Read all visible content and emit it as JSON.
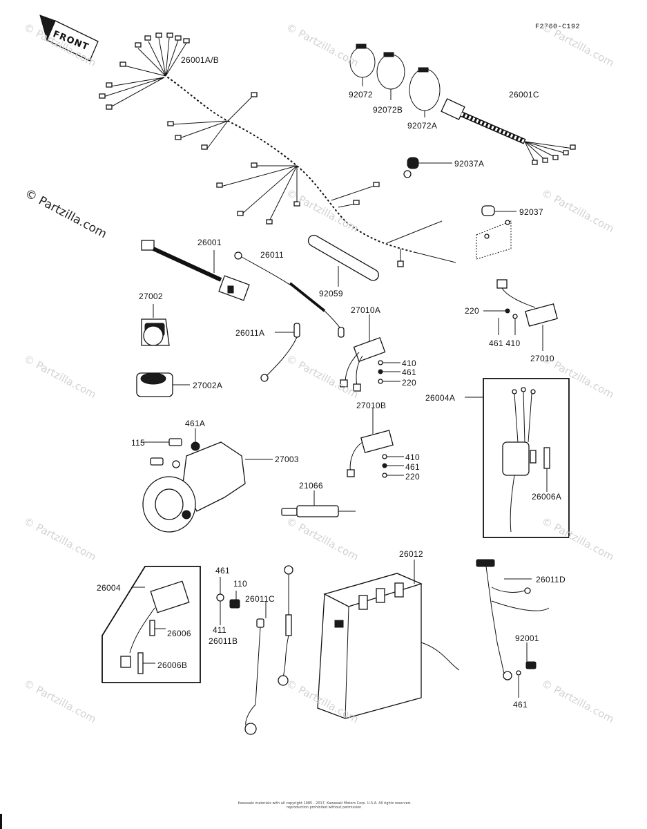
{
  "diagram_code": "F2760-C192",
  "front_label": "FRONT",
  "watermark": {
    "main": "© Partzilla.com",
    "repeat": "© Partzilla.com"
  },
  "footer": {
    "line1": "Kawasaki materials with all copyright 1985 - 2017, Kawasaki Motors Corp. U.S.A. All rights reserved.",
    "line2": "reproduction prohibited without permission."
  },
  "labels": {
    "l26001AB": "26001A/B",
    "l92072": "92072",
    "l92072B": "92072B",
    "l92072A": "92072A",
    "l26001C": "26001C",
    "l92037A": "92037A",
    "l92037": "92037",
    "l26001": "26001",
    "l26011": "26011",
    "l92059": "92059",
    "l27002": "27002",
    "l26011A": "26011A",
    "l27010A": "27010A",
    "l410a": "410",
    "l461a": "461",
    "l220a": "220",
    "l220b": "220",
    "l461b410": "461  410",
    "l27010": "27010",
    "l27002A": "27002A",
    "l27010B": "27010B",
    "l26004A": "26004A",
    "l461A": "461A",
    "l115": "115",
    "l27003": "27003",
    "l410c": "410",
    "l461c": "461",
    "l220c": "220",
    "l21066": "21066",
    "l26006A": "26006A",
    "l26012": "26012",
    "l461d": "461",
    "l110": "110",
    "l26004": "26004",
    "l26011C": "26011C",
    "l26011D": "26011D",
    "l411": "411",
    "l26006": "26006",
    "l26011B": "26011B",
    "l92001": "92001",
    "l26006B": "26006B",
    "l461e": "461"
  }
}
